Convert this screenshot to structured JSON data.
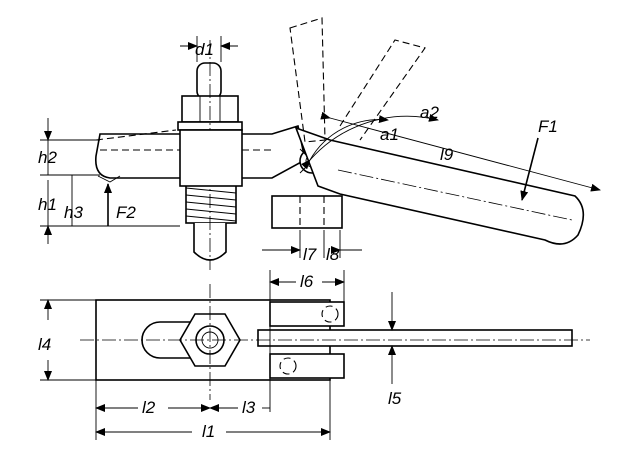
{
  "labels": {
    "d1": "d1",
    "h1": "h1",
    "h2": "h2",
    "h3": "h3",
    "F1": "F1",
    "F2": "F2",
    "a1": "a1",
    "a2": "a2",
    "l1": "l1",
    "l2": "l2",
    "l3": "l3",
    "l4": "l4",
    "l5": "l5",
    "l6": "l6",
    "l7": "l7",
    "l8": "l8",
    "l9": "l9"
  }
}
